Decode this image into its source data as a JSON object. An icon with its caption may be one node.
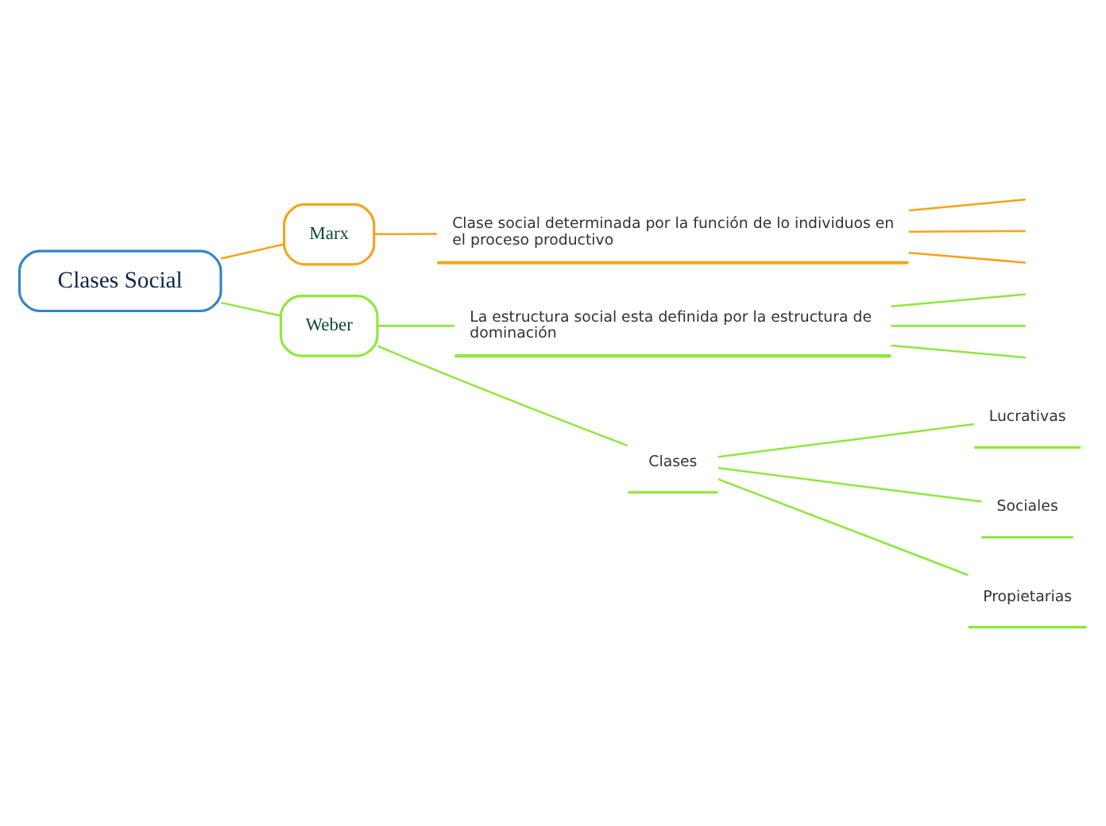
{
  "diagram": {
    "nodes": [
      {
        "text": [
          "Clases Social"
        ]
      },
      {
        "text": [
          "Marx"
        ]
      },
      {
        "text": [
          "Clase social determinada por la función de lo individuos en el proceso productivo"
        ]
      },
      {
        "text": [
          "Weber"
        ]
      },
      {
        "text": [
          "La estructura social esta definida por la estructura de dominación"
        ]
      },
      {
        "text": [
          "Clases"
        ]
      },
      {
        "text": [
          "Lucrativas"
        ]
      },
      {
        "text": [
          "Sociales"
        ]
      },
      {
        "text": [
          "Propietarias"
        ]
      }
    ],
    "edges": [
      {
        "from": 0,
        "to": 1,
        "arrow": "none",
        "color": "#f7a21b"
      },
      {
        "from": 0,
        "to": 3,
        "arrow": "none",
        "color": "#8fe83a"
      },
      {
        "from": 1,
        "to": 2,
        "arrow": "none",
        "color": "#f7a21b"
      },
      {
        "from": 2,
        "to": null,
        "arrow": "none",
        "color": "#f7a21b"
      },
      {
        "from": 2,
        "to": null,
        "arrow": "none",
        "color": "#f7a21b"
      },
      {
        "from": 2,
        "to": null,
        "arrow": "none",
        "color": "#f7a21b"
      },
      {
        "from": 3,
        "to": 4,
        "arrow": "none",
        "color": "#8fe83a"
      },
      {
        "from": 3,
        "to": 5,
        "arrow": "none",
        "color": "#8fe83a"
      },
      {
        "from": 4,
        "to": null,
        "arrow": "none",
        "color": "#8fe83a"
      },
      {
        "from": 4,
        "to": null,
        "arrow": "none",
        "color": "#8fe83a"
      },
      {
        "from": 4,
        "to": null,
        "arrow": "none",
        "color": "#8fe83a"
      },
      {
        "from": 5,
        "to": 6,
        "arrow": "none",
        "color": "#8fe83a"
      },
      {
        "from": 5,
        "to": 7,
        "arrow": "none",
        "color": "#8fe83a"
      },
      {
        "from": 5,
        "to": 8,
        "arrow": "none",
        "color": "#8fe83a"
      }
    ]
  }
}
